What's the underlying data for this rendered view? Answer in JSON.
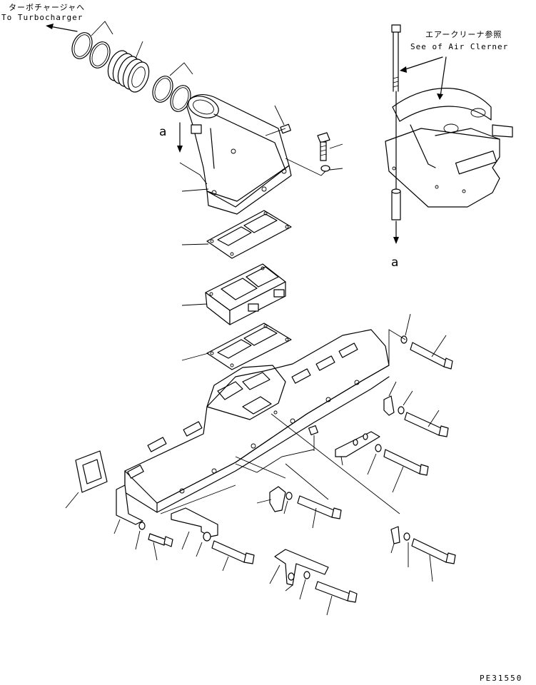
{
  "labels": {
    "turbo_jp": "ターボチャージャへ",
    "turbo_en": "To Turbocharger",
    "air_jp": "エアークリーナ参照",
    "air_en": "See of Air Clerner",
    "ref_a_left": "a",
    "ref_a_right": "a",
    "figure_code": "PE31550"
  }
}
